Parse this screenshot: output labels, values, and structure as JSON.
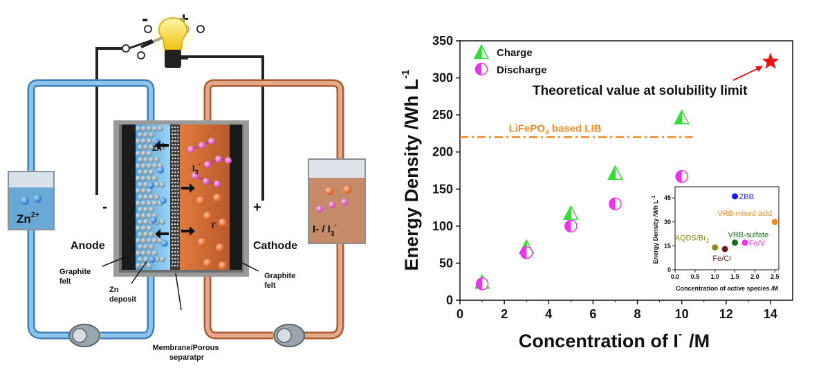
{
  "schematic": {
    "anode_label": "Anode",
    "cathode_label": "Cathode",
    "minus_top": "-",
    "plus_top": "+",
    "minus_side": "-",
    "plus_side": "+",
    "zn_tank_base": "Zn",
    "zn_tank_sup": "2+",
    "iodine_tank_a": "I",
    "iodine_tank_b": "- / I",
    "iodine_tank_sub": "3",
    "iodine_tank_sup": "-",
    "zn_cell_base": "Zn",
    "zn_cell_sup": "2+",
    "i3_cell_base": "I",
    "i3_cell_sub": "3",
    "i3_cell_sup": "-",
    "i_cell_base": "I",
    "i_cell_sup": "-",
    "graphite_left_1": "Graphite",
    "graphite_left_2": "felt",
    "graphite_right_1": "Graphite",
    "graphite_right_2": "felt",
    "zn_deposit_1": "Zn",
    "zn_deposit_2": "deposit",
    "membrane_1": "Membrane/Porous",
    "membrane_2": "separatpr",
    "colors": {
      "anolyte_pipe": "#5b9bd5",
      "catholyte_pipe": "#c9835a"
    }
  },
  "chart_data": [
    {
      "type": "scatter",
      "xlabel_main": "Concentration of I",
      "xlabel_sup": "-",
      "xlabel_unit": "/M",
      "ylabel_main": "Energy Density /Wh L",
      "ylabel_sup": "-1",
      "xlim": [
        0,
        15
      ],
      "ylim": [
        0,
        350
      ],
      "xticks": [
        0,
        2,
        4,
        6,
        8,
        10,
        12,
        14
      ],
      "yticks": [
        0,
        50,
        100,
        150,
        200,
        250,
        300,
        350
      ],
      "legend_position": "top-left",
      "series": [
        {
          "name": "Charge",
          "marker": "triangle",
          "color": "#33dd33",
          "x": [
            1,
            3,
            5,
            7,
            10
          ],
          "y": [
            25,
            72,
            118,
            172,
            247
          ]
        },
        {
          "name": "Discharge",
          "marker": "circle",
          "color": "#ee33ee",
          "x": [
            1,
            3,
            5,
            7,
            10
          ],
          "y": [
            22,
            64,
            100,
            130,
            167
          ]
        }
      ],
      "reference_line": {
        "label_main": "LiFePO",
        "label_sub": "4",
        "label_rest": " based LIB",
        "y": 220,
        "x_range": [
          0,
          10.5
        ],
        "color": "#f08a24"
      },
      "theoretical_point": {
        "x": 14,
        "y": 322,
        "color": "#ee1111"
      },
      "annotation": "Theoretical value at solubility limit"
    },
    {
      "type": "scatter",
      "xlabel": "Concentration of active species  /M",
      "ylabel": "Energy Density /Wh L",
      "ylabel_sup": "-1",
      "xlim": [
        0,
        2.6
      ],
      "ylim": [
        0,
        52
      ],
      "xticks": [
        0.0,
        0.5,
        1.0,
        1.5,
        2.0,
        2.5
      ],
      "xtick_labels": [
        "0.0",
        "0.5",
        "1.0",
        "1.5",
        "2.0",
        "2.5"
      ],
      "yticks": [
        0,
        15,
        30,
        45
      ],
      "points": [
        {
          "label": "ZBB",
          "x": 1.5,
          "y": 46,
          "color": "#1a1aee"
        },
        {
          "label": "VRB-mixed acid",
          "x": 2.5,
          "y": 30,
          "color": "#f08a24"
        },
        {
          "label_main": "AQDS/Br",
          "label_sub": "2",
          "x": 1.0,
          "y": 14,
          "color": "#8b8b1a"
        },
        {
          "label": "VRB-sulfate",
          "x": 1.5,
          "y": 17,
          "color": "#1a6b1a"
        },
        {
          "label": "Fe/Cr",
          "x": 1.25,
          "y": 13,
          "color": "#6b1a1a"
        },
        {
          "label": "Fe/V",
          "x": 1.75,
          "y": 17,
          "color": "#ee33ee"
        }
      ]
    }
  ]
}
